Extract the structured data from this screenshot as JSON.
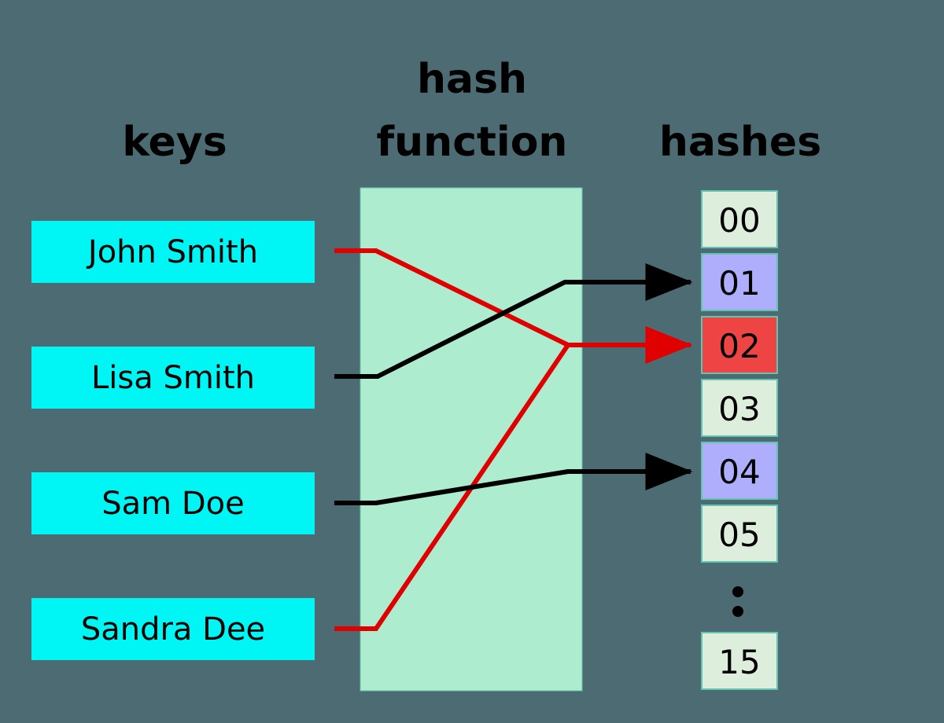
{
  "figure": {
    "title": "hash table / hash collision diagram",
    "background_color": "#4d6b73"
  },
  "headers": {
    "keys": "keys",
    "hash_function_line1": "hash",
    "hash_function_line2": "function",
    "hashes": "hashes"
  },
  "keys": {
    "fill_color": "#00f5f5",
    "items": [
      {
        "label": "John Smith"
      },
      {
        "label": "Lisa Smith"
      },
      {
        "label": "Sam Doe"
      },
      {
        "label": "Sandra Dee"
      }
    ]
  },
  "hash_function_box": {
    "fill_color": "#aeecd0"
  },
  "hashes": {
    "empty_color": "#ddeedd",
    "filled_color": "#aeaefc",
    "collision_color": "#ef4444",
    "ellipsis": ":",
    "buckets": [
      {
        "index": "00",
        "state": "empty"
      },
      {
        "index": "01",
        "state": "filled"
      },
      {
        "index": "02",
        "state": "collision"
      },
      {
        "index": "03",
        "state": "empty"
      },
      {
        "index": "04",
        "state": "filled"
      },
      {
        "index": "05",
        "state": "empty"
      },
      {
        "index": "15",
        "state": "empty"
      }
    ]
  },
  "mappings": [
    {
      "key": "John Smith",
      "bucket": "02",
      "color": "#e00000",
      "kind": "collision"
    },
    {
      "key": "Lisa Smith",
      "bucket": "01",
      "color": "#000000",
      "kind": "normal"
    },
    {
      "key": "Sam Doe",
      "bucket": "04",
      "color": "#000000",
      "kind": "normal"
    },
    {
      "key": "Sandra Dee",
      "bucket": "02",
      "color": "#e00000",
      "kind": "collision"
    }
  ]
}
